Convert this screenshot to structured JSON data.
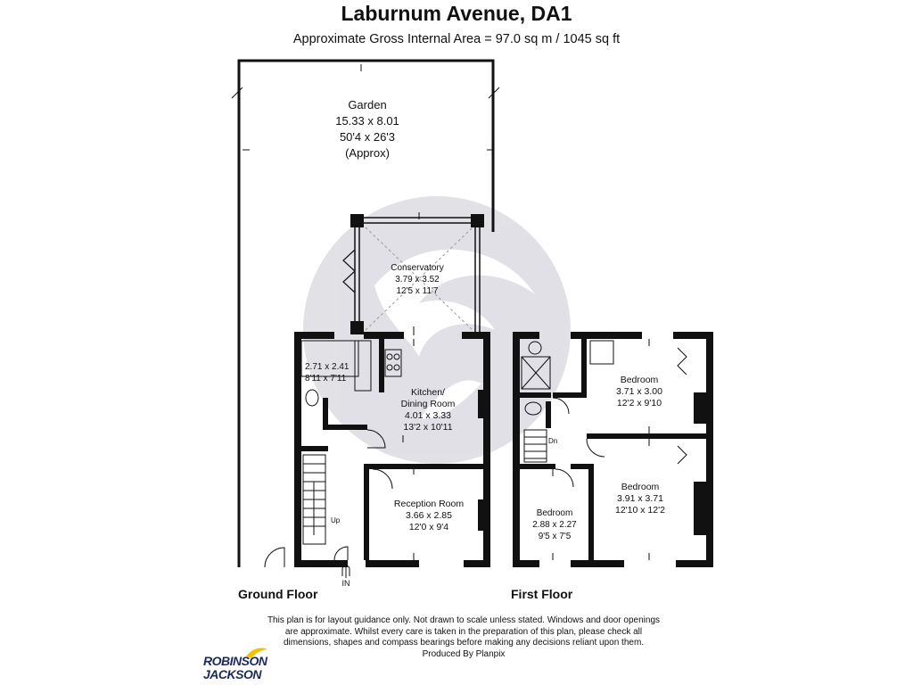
{
  "header": {
    "title": "Laburnum Avenue, DA1",
    "subtitle": "Approximate Gross Internal Area = 97.0 sq m / 1045 sq ft"
  },
  "rooms": {
    "garden": {
      "name": "Garden",
      "metric": "15.33 x 8.01",
      "imperial": "50'4 x 26'3",
      "note": "(Approx)"
    },
    "conservatory": {
      "name": "Conservatory",
      "metric": "3.79 x 3.52",
      "imperial": "12'5 x 11'7"
    },
    "utility": {
      "metric": "2.71 x 2.41",
      "imperial": "8'11 x 7'11"
    },
    "kitchen": {
      "name_line1": "Kitchen/",
      "name_line2": "Dining Room",
      "metric": "4.01 x 3.33",
      "imperial": "13'2 x 10'11"
    },
    "reception": {
      "name": "Reception Room",
      "metric": "3.66 x 2.85",
      "imperial": "12'0 x 9'4"
    },
    "bedroom_rear": {
      "name": "Bedroom",
      "metric": "3.71 x 3.00",
      "imperial": "12'2 x 9'10"
    },
    "bedroom_front": {
      "name": "Bedroom",
      "metric": "3.91 x 3.71",
      "imperial": "12'10 x 12'2"
    },
    "bedroom_small": {
      "name": "Bedroom",
      "metric": "2.88 x 2.27",
      "imperial": "9'5 x 7'5"
    }
  },
  "stairs": {
    "up": "Up",
    "down": "Dn"
  },
  "entrance": "IN",
  "floors": {
    "ground": "Ground Floor",
    "first": "First Floor"
  },
  "disclaimer": {
    "line1": "This plan is for layout guidance only. Not drawn to scale unless stated. Windows and door openings",
    "line2": "are approximate. Whilst every care is taken in the preparation of this plan, please check all",
    "line3": "dimensions, shapes and compass bearings before making any decisions reliant upon them.",
    "line4": "Produced By Planpix"
  },
  "logo": {
    "line1": "ROBINSON",
    "line2": "JACKSON",
    "brand_color": "#1b2a5c",
    "accent_color": "#f2c200"
  },
  "colors": {
    "wall": "#111111",
    "watermark": "#c8c8d2"
  }
}
